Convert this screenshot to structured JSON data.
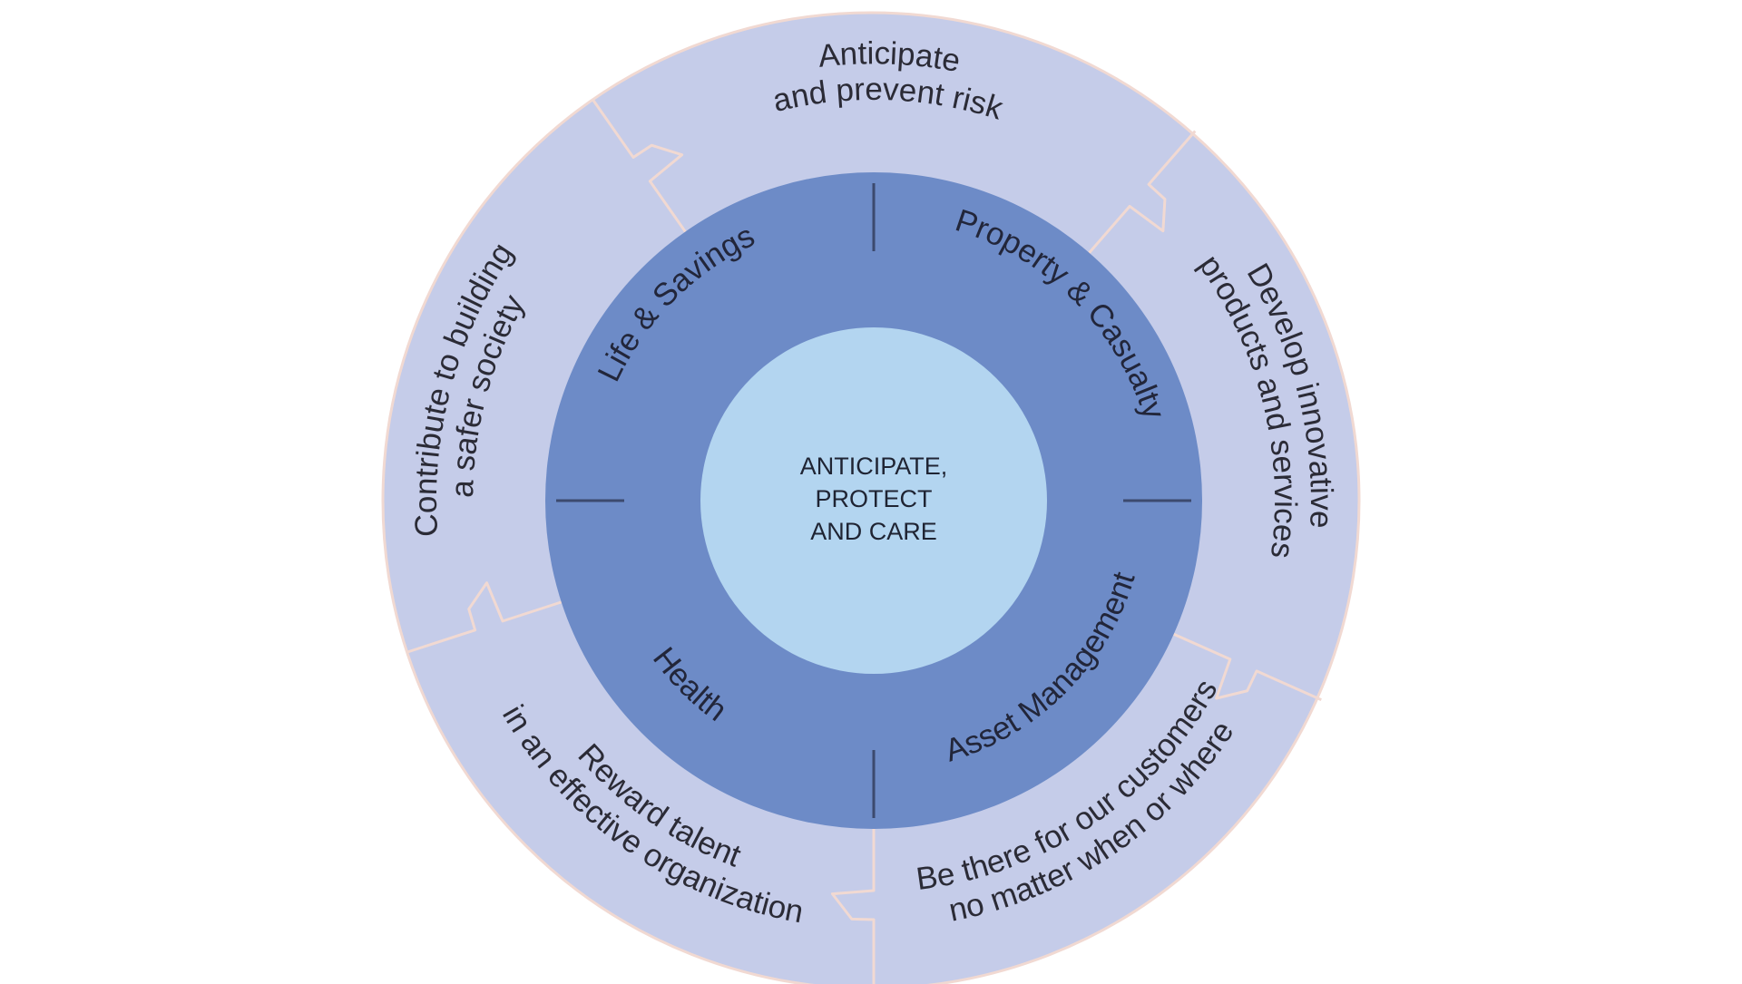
{
  "colors": {
    "outer_ring": "#c5cce9",
    "outer_ring_border": "#f1d9d2",
    "middle_ring": "#6d8bc7",
    "inner_circle": "#b3d5f0",
    "divider": "#3c4a6e",
    "background": "#ffffff"
  },
  "center": {
    "lines": [
      "ANTICIPATE,",
      "PROTECT",
      "AND CARE"
    ]
  },
  "business_lines": [
    {
      "id": "life-savings",
      "label": "Life & Savings"
    },
    {
      "id": "property-casualty",
      "label": "Property & Casualty"
    },
    {
      "id": "asset-management",
      "label": "Asset Management"
    },
    {
      "id": "health",
      "label": "Health"
    }
  ],
  "commitments": [
    {
      "id": "anticipate",
      "lines": [
        "Anticipate",
        "and prevent risk"
      ]
    },
    {
      "id": "develop",
      "lines": [
        "Develop innovative",
        "products and services"
      ]
    },
    {
      "id": "be-there",
      "lines": [
        "Be there for our customers",
        "no matter when or where"
      ]
    },
    {
      "id": "reward",
      "lines": [
        "Reward talent",
        "in an effective organization"
      ]
    },
    {
      "id": "contribute",
      "lines": [
        "Contribute to building",
        "a safer society"
      ]
    }
  ]
}
